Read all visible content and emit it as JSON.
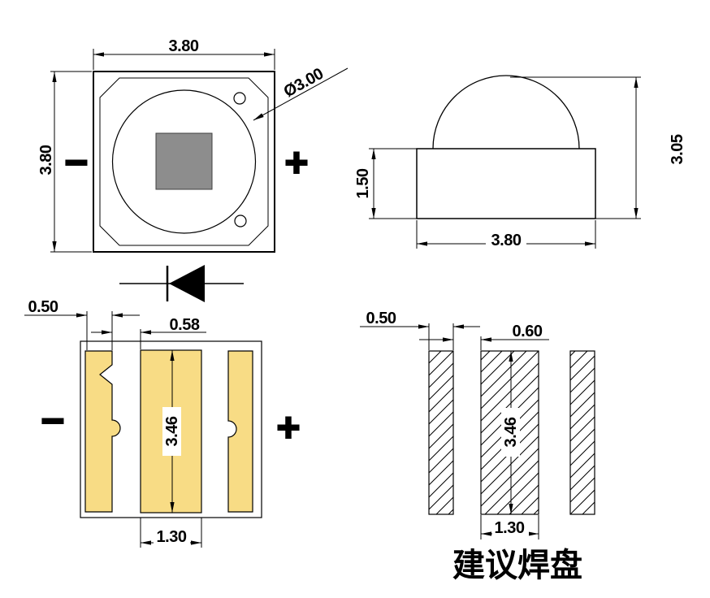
{
  "drawing": {
    "top_view": {
      "width_dim": "3.80",
      "height_dim": "3.80",
      "lens_dim": "Ø3.00",
      "cathode_mark": "−",
      "anode_mark": "+"
    },
    "side_view": {
      "base_height_dim": "1.50",
      "total_height_dim": "3.05",
      "width_dim": "3.80"
    },
    "bottom_view": {
      "pad_width_dim": "0.50",
      "pad_gap_dim": "0.58",
      "pad_length_dim": "3.46",
      "center_pad_width_dim": "1.30",
      "cathode_mark": "−",
      "anode_mark": "+"
    },
    "solder_pad_view": {
      "pad_width_dim": "0.50",
      "pad_gap_dim": "0.60",
      "pad_length_dim": "3.46",
      "center_pad_width_dim": "1.30",
      "caption": "建议焊盘"
    },
    "colors": {
      "substrate_yellow": "#F8DC85",
      "die_gray": "#8D8D8D",
      "line_black": "#000000"
    }
  }
}
